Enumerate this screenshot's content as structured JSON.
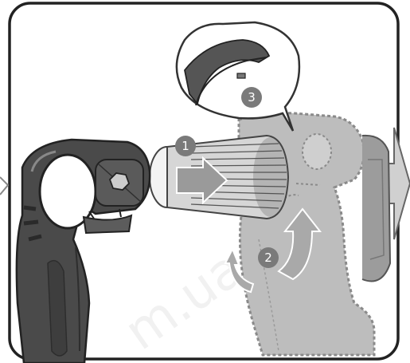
{
  "steps": [
    {
      "label": "1"
    },
    {
      "label": "2"
    },
    {
      "label": "3"
    }
  ],
  "watermark": "m.ua",
  "colors": {
    "frame": "#222222",
    "handle_dark": "#4a4a4a",
    "handle_mid": "#6c6c6c",
    "ghost_body": "#bdbdbd",
    "ghost_outline": "#8a8a8a",
    "arrow_fill": "#9a9a9a",
    "badge": "#7a7a7a"
  },
  "icons": [
    "handle-clamp",
    "drill-chuck",
    "drill-body-ghost",
    "push-arrow",
    "rotate-arrow",
    "next-step-arrow"
  ]
}
